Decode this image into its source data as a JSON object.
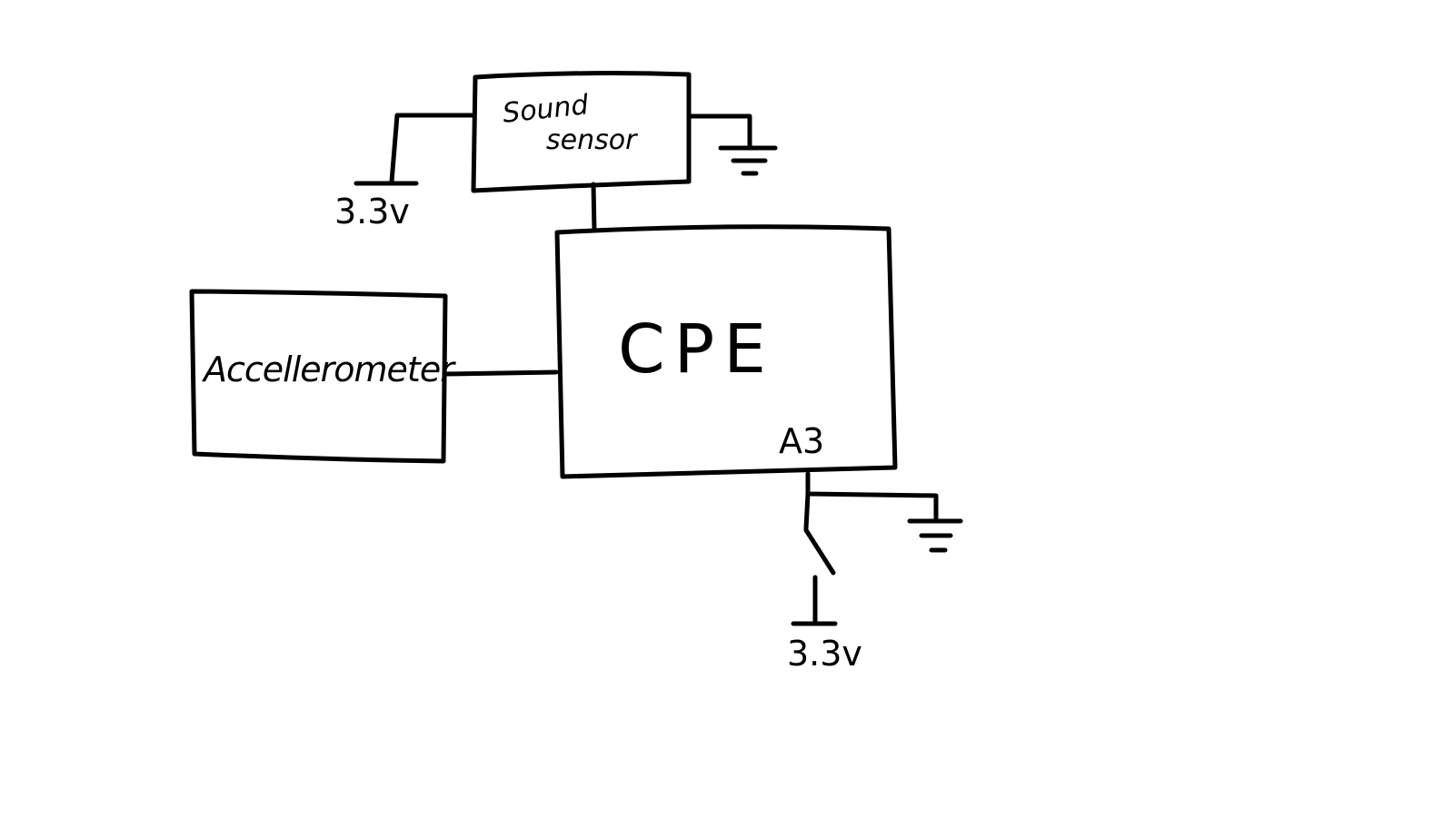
{
  "diagram": {
    "components": {
      "sound_sensor": {
        "line1": "Sound",
        "line2": "sensor"
      },
      "accelerometer": {
        "label": "Accellerometer"
      },
      "cpe": {
        "label": "CPE",
        "pin_label": "A3"
      }
    },
    "power_labels": {
      "sound_sensor_supply": "3.3v",
      "switch_supply": "3.3v"
    },
    "grounds": [
      "sound-sensor-ground",
      "a3-ground"
    ],
    "switch": {
      "type": "single-pole switch"
    }
  }
}
